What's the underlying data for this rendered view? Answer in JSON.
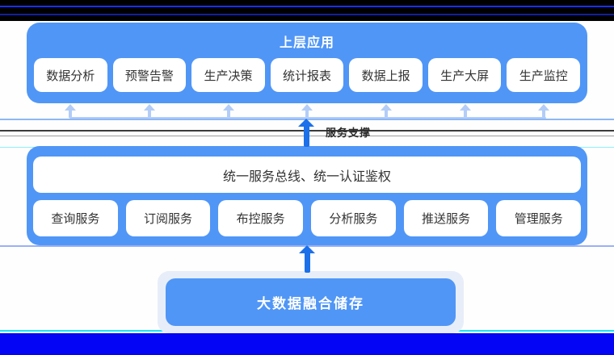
{
  "colors": {
    "accent_blue": "#5096F6",
    "big_arrow_blue": "#1C70E9",
    "small_arrow_blue": "#B3CDF7",
    "storage_frame_light": "#E7EEF9",
    "top_bar_black": "#000000",
    "bottom_bar_blue": "#0505F5",
    "cyan_line": "#16E5F5",
    "text_dark": "#333333"
  },
  "app_layer": {
    "title": "上层应用",
    "items": [
      "数据分析",
      "预警告警",
      "生产决策",
      "统计报表",
      "数据上报",
      "生产大屏",
      "生产监控"
    ]
  },
  "flow": {
    "arrow_label": "服务支撑"
  },
  "service_layer": {
    "bus_label": "统一服务总线、统一认证鉴权",
    "items": [
      "查询服务",
      "订阅服务",
      "布控服务",
      "分析服务",
      "推送服务",
      "管理服务"
    ]
  },
  "storage_layer": {
    "label": "大数据融合储存"
  }
}
